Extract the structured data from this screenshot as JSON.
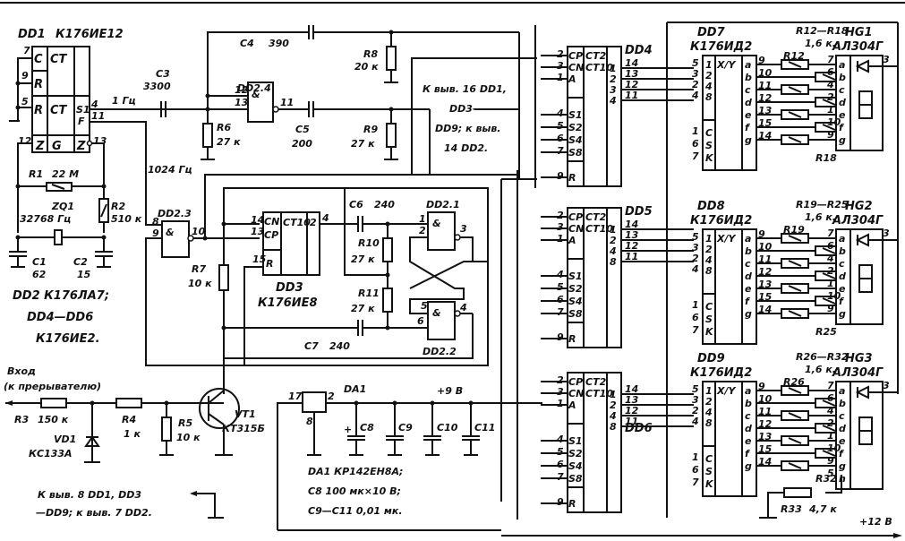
{
  "schematic": {
    "border_color": "#111111",
    "background": "#ffffff",
    "dd1": {
      "ref": "DD1",
      "part": "К176ИЕ12",
      "pins": [
        "7",
        "9",
        "5",
        "4",
        "11",
        "12",
        "13"
      ],
      "cells": [
        "C",
        "CT",
        "R",
        "R",
        "CT",
        "S1",
        "F",
        "Z",
        "G",
        "Z"
      ]
    },
    "signal_1hz": "1 Гц",
    "signal_1024hz": "1024 Гц",
    "c3": {
      "ref": "C3",
      "value": "3300"
    },
    "c4": {
      "ref": "C4",
      "value": "390"
    },
    "c5": {
      "ref": "C5",
      "value": "200"
    },
    "c6": {
      "ref": "C6",
      "value": "240"
    },
    "c7": {
      "ref": "C7",
      "value": "240"
    },
    "r1": {
      "ref": "R1",
      "value": "22 М"
    },
    "r2": {
      "ref": "R2",
      "value": "510 к"
    },
    "r3": {
      "ref": "R3",
      "value": "150 к"
    },
    "r4": {
      "ref": "R4",
      "value": "1 к"
    },
    "r5": {
      "ref": "R5",
      "value": "10 к"
    },
    "r6": {
      "ref": "R6",
      "value": "27 к"
    },
    "r7": {
      "ref": "R7",
      "value": "10 к"
    },
    "r8": {
      "ref": "R8",
      "value": "20 к"
    },
    "r9": {
      "ref": "R9",
      "value": "27 к"
    },
    "r10": {
      "ref": "R10",
      "value": "27 к"
    },
    "r11": {
      "ref": "R11",
      "value": "27 к"
    },
    "zq1": {
      "ref": "ZQ1",
      "value": "32768 Гц"
    },
    "c1": {
      "ref": "C1",
      "value": "62"
    },
    "c2": {
      "ref": "C2",
      "value": "15"
    },
    "dd2_3": {
      "ref": "DD2.3",
      "pins": [
        "8",
        "9",
        "10"
      ]
    },
    "dd2_4": {
      "ref": "DD2.4",
      "pins": [
        "12",
        "13",
        "11"
      ]
    },
    "dd2_1": {
      "ref": "DD2.1",
      "pins": [
        "1",
        "2",
        "3"
      ]
    },
    "dd2_2": {
      "ref": "DD2.2",
      "pins": [
        "5",
        "6",
        "4"
      ]
    },
    "nand_symbol": "&",
    "dd3": {
      "ref": "DD3",
      "part": "К176ИЕ8",
      "pins": [
        "14",
        "13",
        "15",
        "4"
      ],
      "cells": [
        "CN",
        "CP",
        "CT10",
        "2",
        "R"
      ]
    },
    "notes_left": [
      "DD2  К176ЛА7;",
      "DD4—DD6",
      "К176ИЕ2."
    ],
    "power_note_top": [
      "К выв. 16 DD1,",
      "DD3—",
      "DD9; к выв.",
      "14 DD2."
    ],
    "gnd_note": [
      "К выв. 8  DD1, DD3",
      "—DD9; к выв. 7  DD2."
    ],
    "input_label": [
      "Вход",
      "(к прерывателю)"
    ],
    "vd1": {
      "ref": "VD1",
      "part": "КС133А"
    },
    "vt1": {
      "ref": "VT1",
      "part": "КТ315Б"
    },
    "da1": {
      "ref": "DA1",
      "pins": [
        "17",
        "2",
        "8"
      ]
    },
    "supply_9v": "+9 В",
    "supply_12v": "+12 В",
    "caps_supply": [
      "C8",
      "C9",
      "C10",
      "C11"
    ],
    "c8_plus": "+",
    "notes_bottom": [
      "DA1   КР142ЕН8А;",
      "C8   100 мк×10 В;",
      "C9—C11   0,01 мк."
    ],
    "counters": [
      {
        "ref": "DD4",
        "in_pins": [
          "2",
          "3",
          "1",
          "4",
          "5",
          "6",
          "7",
          "9"
        ],
        "in_cells": [
          "CP",
          "CN",
          "A",
          "S1",
          "S2",
          "S4",
          "S8",
          "R"
        ],
        "mid": [
          "CT2",
          "CT10"
        ],
        "out_cells": [
          "1",
          "2",
          "3",
          "4"
        ],
        "out_pins": [
          "14",
          "13",
          "12",
          "11"
        ]
      },
      {
        "ref": "DD5",
        "in_pins": [
          "2",
          "3",
          "1",
          "4",
          "5",
          "6",
          "7",
          "9"
        ],
        "in_cells": [
          "CP",
          "CN",
          "A",
          "S1",
          "S2",
          "S4",
          "S8",
          "R"
        ],
        "mid": [
          "CT2",
          "CT10"
        ],
        "out_cells": [
          "1",
          "2",
          "4",
          "8"
        ],
        "out_pins": [
          "14",
          "13",
          "12",
          "11"
        ]
      },
      {
        "ref": "DD6",
        "in_pins": [
          "2",
          "3",
          "1",
          "4",
          "5",
          "6",
          "7",
          "9"
        ],
        "in_cells": [
          "CP",
          "CN",
          "A",
          "S1",
          "S2",
          "S4",
          "S8",
          "R"
        ],
        "mid": [
          "CT2",
          "CT10"
        ],
        "out_cells": [
          "1",
          "2",
          "4",
          "8"
        ],
        "out_pins": [
          "14",
          "13",
          "12",
          "11"
        ]
      }
    ],
    "decoders": [
      {
        "ref": "DD7",
        "part": "К176ИД2",
        "in_pins": [
          "5",
          "3",
          "2",
          "4",
          "1",
          "6",
          "7"
        ],
        "in_cells": [
          "1",
          "2",
          "4",
          "8",
          "C",
          "S",
          "K"
        ],
        "func": "X/Y",
        "out_cells": [
          "a",
          "b",
          "c",
          "d",
          "e",
          "f",
          "g"
        ],
        "out_pins": [
          "9",
          "10",
          "11",
          "12",
          "13",
          "15",
          "14"
        ],
        "res_group": "R12—R18",
        "res_value": "1,6 к.",
        "res_first": "R12",
        "res_last": "R18"
      },
      {
        "ref": "DD8",
        "part": "К176ИД2",
        "in_pins": [
          "5",
          "3",
          "2",
          "4",
          "1",
          "6",
          "7"
        ],
        "in_cells": [
          "1",
          "2",
          "4",
          "8",
          "C",
          "S",
          "K"
        ],
        "func": "X/Y",
        "out_cells": [
          "a",
          "b",
          "c",
          "d",
          "e",
          "f",
          "g"
        ],
        "out_pins": [
          "9",
          "10",
          "11",
          "12",
          "13",
          "15",
          "14"
        ],
        "res_group": "R19—R25",
        "res_value": "1,6 к.",
        "res_first": "R19",
        "res_last": "R25"
      },
      {
        "ref": "DD9",
        "part": "К176ИД2",
        "in_pins": [
          "5",
          "3",
          "2",
          "4",
          "1",
          "6",
          "7"
        ],
        "in_cells": [
          "1",
          "2",
          "4",
          "8",
          "C",
          "S",
          "K"
        ],
        "func": "X/Y",
        "out_cells": [
          "a",
          "b",
          "c",
          "d",
          "e",
          "f",
          "g"
        ],
        "out_pins": [
          "9",
          "10",
          "11",
          "12",
          "13",
          "15",
          "14"
        ],
        "res_group": "R26—R32",
        "res_value": "1,6 к.",
        "res_first": "R26",
        "res_last": "R32"
      }
    ],
    "displays": [
      {
        "ref": "HG1",
        "part": "АЛ304Г",
        "pins": [
          "7",
          "6",
          "4",
          "2",
          "1",
          "10",
          "9"
        ],
        "segs": [
          "a",
          "b",
          "c",
          "d",
          "e",
          "f",
          "g"
        ],
        "common_pin": "3"
      },
      {
        "ref": "HG2",
        "part": "АЛ304Г",
        "pins": [
          "7",
          "6",
          "4",
          "2",
          "1",
          "10",
          "9"
        ],
        "segs": [
          "a",
          "b",
          "c",
          "d",
          "e",
          "f",
          "g"
        ],
        "common_pin": "3"
      },
      {
        "ref": "HG3",
        "part": "АЛ304Г",
        "pins": [
          "7",
          "6",
          "4",
          "2",
          "1",
          "10",
          "9",
          "5"
        ],
        "segs": [
          "a",
          "b",
          "c",
          "d",
          "e",
          "f",
          "g",
          "h"
        ],
        "common_pin": "3"
      }
    ],
    "r33": {
      "ref": "R33",
      "value": "4,7 к"
    }
  }
}
